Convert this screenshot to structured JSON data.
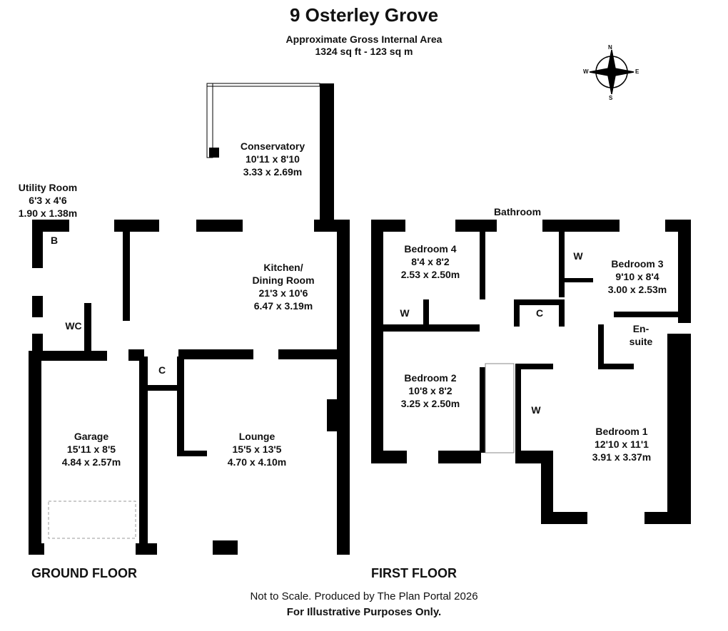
{
  "header": {
    "title": "9 Osterley Grove",
    "subtitle": "Approximate Gross Internal Area",
    "area": "1324 sq ft - 123 sq m"
  },
  "compass": {
    "n": "N",
    "s": "S",
    "e": "E",
    "w": "W"
  },
  "ground_floor": {
    "label": "GROUND FLOOR",
    "rooms": [
      {
        "name": "Conservatory",
        "imperial": "10'11 x 8'10",
        "metric": "3.33 x 2.69m"
      },
      {
        "name": "Utility Room",
        "imperial": "6'3 x 4'6",
        "metric": "1.90 x 1.38m"
      },
      {
        "name": "Kitchen/",
        "name2": "Dining Room",
        "imperial": "21'3 x 10'6",
        "metric": "6.47 x 3.19m"
      },
      {
        "name": "Garage",
        "imperial": "15'11 x 8'5",
        "metric": "4.84 x 2.57m"
      },
      {
        "name": "Lounge",
        "imperial": "15'5 x 13'5",
        "metric": "4.70 x 4.10m"
      }
    ],
    "markers": {
      "boiler": "B",
      "wc": "WC",
      "cupboard": "C"
    }
  },
  "first_floor": {
    "label": "FIRST FLOOR",
    "rooms": [
      {
        "name": "Bathroom"
      },
      {
        "name": "Bedroom 4",
        "imperial": "8'4 x 8'2",
        "metric": "2.53 x 2.50m"
      },
      {
        "name": "Bedroom 3",
        "imperial": "9'10 x 8'4",
        "metric": "3.00 x 2.53m"
      },
      {
        "name": "Bedroom 2",
        "imperial": "10'8 x 8'2",
        "metric": "3.25 x 2.50m"
      },
      {
        "name": "Bedroom 1",
        "imperial": "12'10 x 11'1",
        "metric": "3.91 x 3.37m"
      },
      {
        "name": "En-",
        "name2": "suite"
      }
    ],
    "markers": {
      "wardrobe": "W",
      "cupboard": "C"
    }
  },
  "footer": {
    "line1": "Not to Scale. Produced by The Plan Portal 2026",
    "line2": "For Illustrative Purposes Only."
  }
}
